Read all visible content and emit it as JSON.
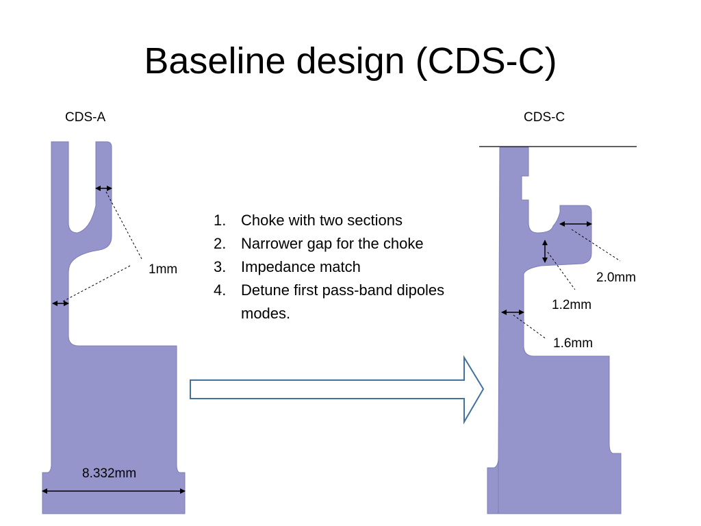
{
  "slide": {
    "title": "Baseline design (CDS-C)"
  },
  "left_design": {
    "label": "CDS-A",
    "dim_gap": "1mm",
    "dim_width": "8.332mm"
  },
  "right_design": {
    "label": "CDS-C",
    "dim_choke": "2.0mm",
    "dim_gap": "1.2mm",
    "dim_wall": "1.6mm"
  },
  "list": [
    {
      "num": "1.",
      "text": "Choke with two sections"
    },
    {
      "num": "2.",
      "text": "Narrower gap for the choke"
    },
    {
      "num": "3.",
      "text": "Impedance match"
    },
    {
      "num": "4.",
      "text": "Detune first pass-band dipoles modes."
    }
  ],
  "colors": {
    "shape_fill": "#9595cc",
    "shape_stroke": "#7d7db8",
    "arrow_stroke": "#41719c"
  },
  "icons": {
    "transition": "right-arrow-icon"
  }
}
